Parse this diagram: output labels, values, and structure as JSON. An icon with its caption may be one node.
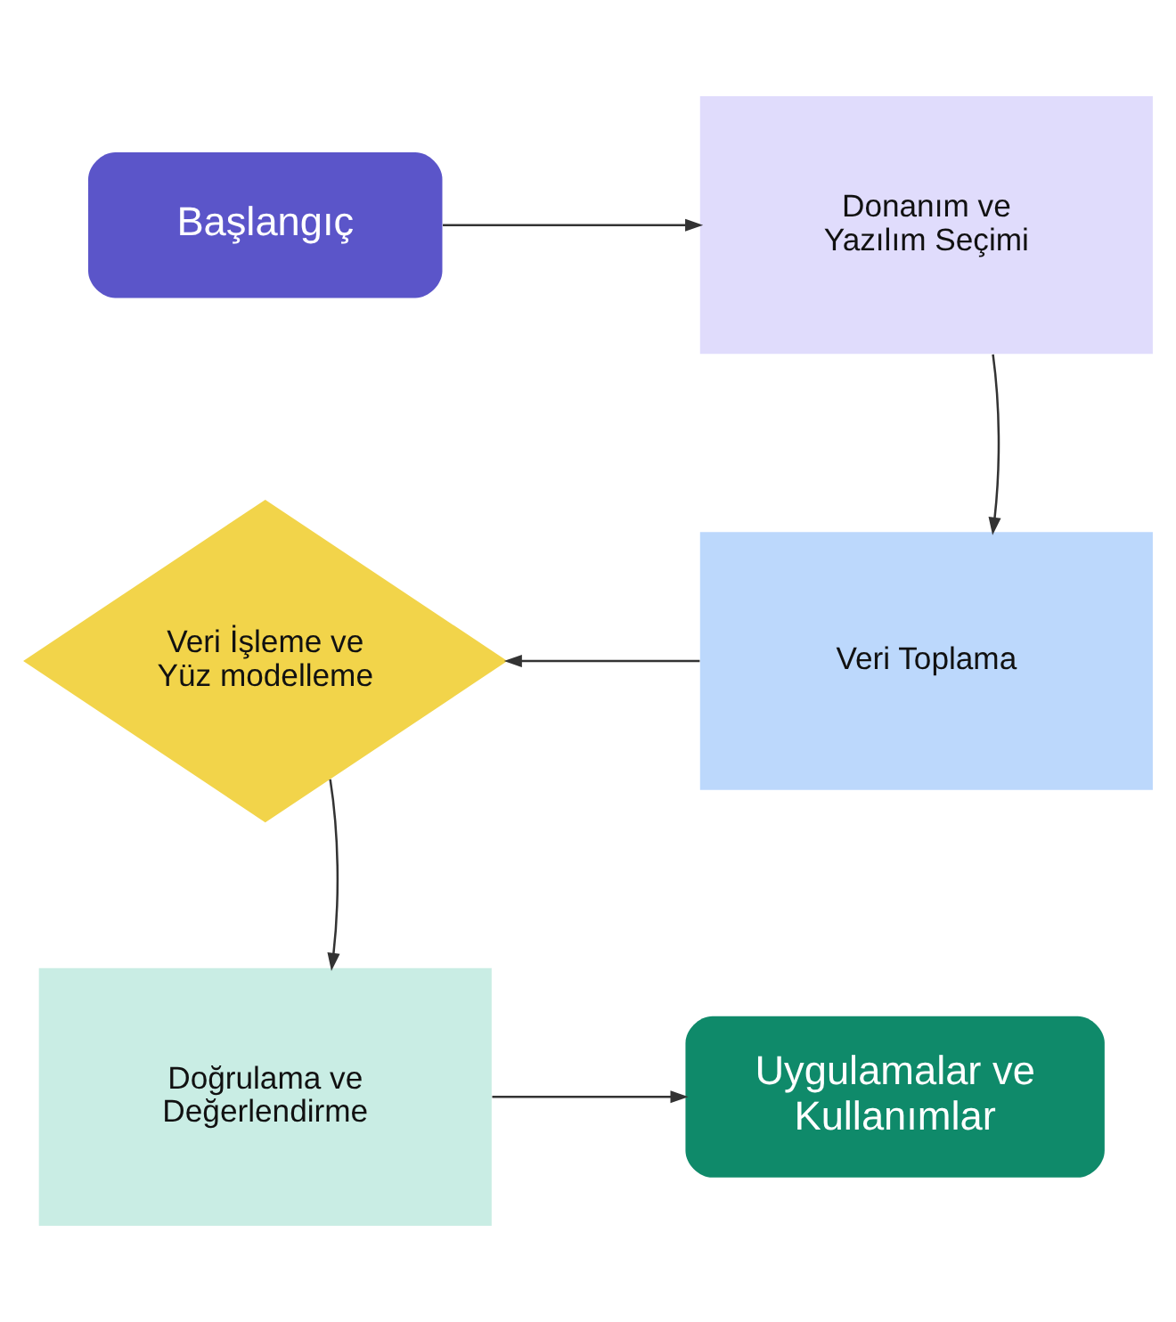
{
  "diagram": {
    "nodes": [
      {
        "text": [
          "Başlangıç"
        ]
      },
      {
        "text": [
          "Donanım ve Yazılım Seçimi"
        ]
      },
      {
        "text": [
          "Veri Toplama"
        ]
      },
      {
        "text": [
          "Veri İşleme ve Yüz modelleme"
        ]
      },
      {
        "text": [
          "Doğrulama ve Değerlendirme"
        ]
      },
      {
        "text": [
          "Uygulamalar ve Kullanımlar"
        ]
      }
    ],
    "edges": [
      {
        "from": 0,
        "to": 1,
        "arrow": "to"
      },
      {
        "from": 1,
        "to": 2,
        "arrow": "to"
      },
      {
        "from": 2,
        "to": 3,
        "arrow": "to"
      },
      {
        "from": 3,
        "to": 4,
        "arrow": "to"
      },
      {
        "from": 4,
        "to": 5,
        "arrow": "to"
      }
    ]
  }
}
